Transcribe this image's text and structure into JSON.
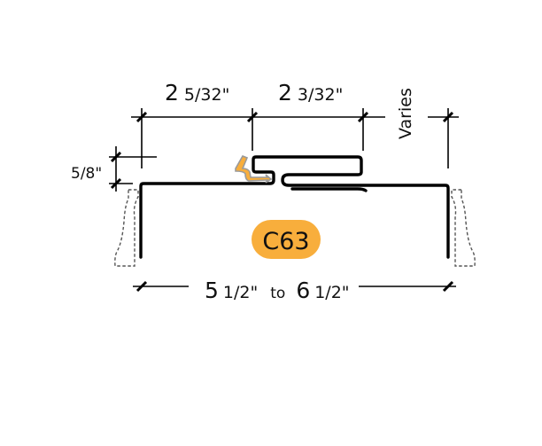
{
  "dimensions": {
    "top_left": {
      "whole": "2",
      "fraction": "5/32\""
    },
    "top_middle": {
      "whole": "2",
      "fraction": "3/32\""
    },
    "top_right": "Varies",
    "height": "5/8\"",
    "bottom": {
      "min_whole": "5",
      "min_fraction": "1/2\"",
      "separator": "to",
      "max_whole": "6",
      "max_fraction": "1/2\""
    }
  },
  "badge": {
    "label": "C63",
    "color": "#F8AE3C"
  },
  "colors": {
    "clip": "#F8AE3C",
    "clip_outline": "#9A9A9A",
    "profile": "#000000"
  }
}
